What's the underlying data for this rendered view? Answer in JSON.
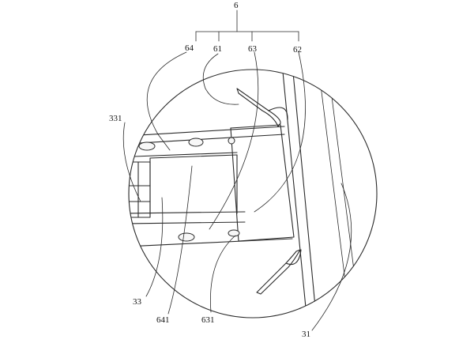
{
  "figure": {
    "labels": {
      "l6": "6",
      "l64": "64",
      "l61": "61",
      "l63": "63",
      "l62": "62",
      "l331": "331",
      "l33": "33",
      "l641": "641",
      "l631": "631",
      "l31": "31"
    }
  }
}
